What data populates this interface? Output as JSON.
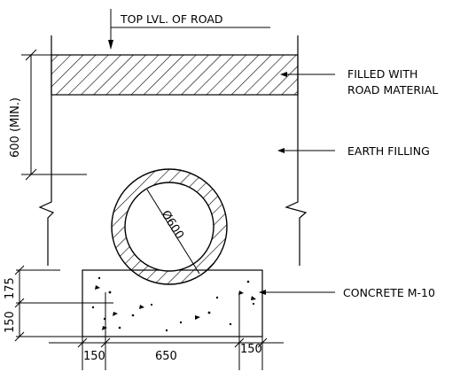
{
  "labels": {
    "top_level": "TOP LVL. OF ROAD",
    "road_line1": "FILLED WITH",
    "road_line2": "ROAD MATERIAL",
    "earth": "EARTH FILLING",
    "concrete": "CONCRETE M-10",
    "pipe_dia": "Ø600"
  },
  "dimensions": {
    "cover_depth": "600 (MIN.)",
    "bed_upper": "175",
    "bed_lower": "150",
    "width_left": "150",
    "width_mid": "650",
    "width_right": "150"
  }
}
